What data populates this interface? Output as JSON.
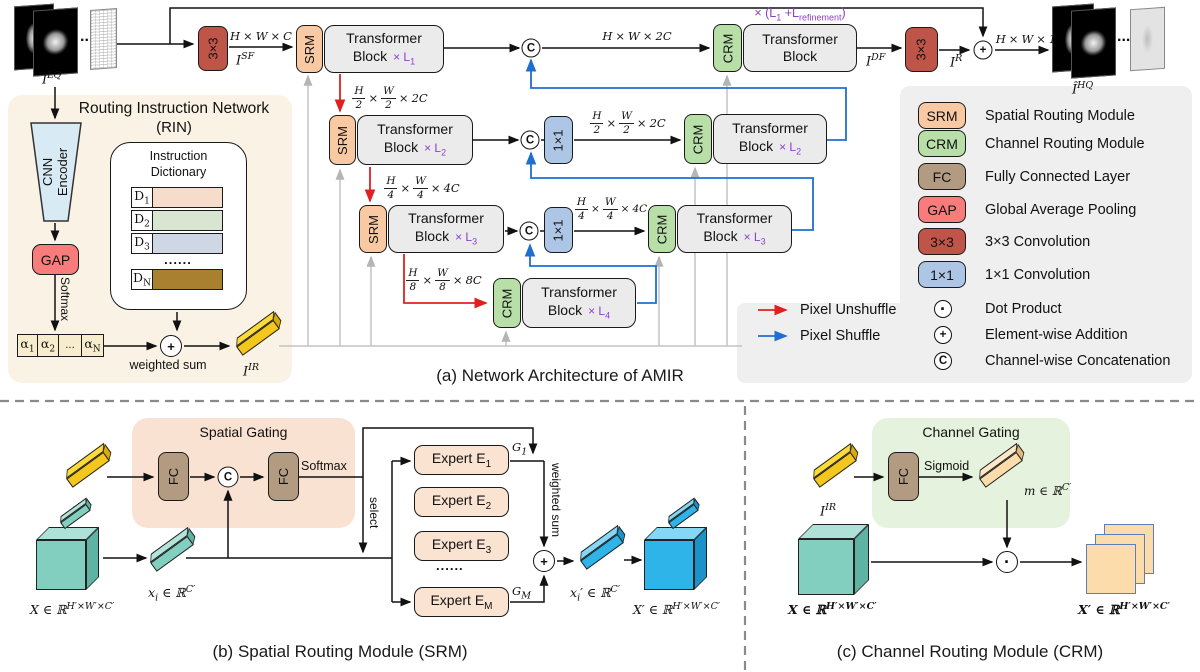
{
  "sym": {
    "concat": "C",
    "plus": "+",
    "dot": "·",
    "dots3": "...",
    "dots6": "......"
  },
  "arch": {
    "caption": "(a) Network Architecture of AMIR",
    "input_label": "I^{LQ}",
    "output_label": "Î^{HQ}",
    "conv3": "3×3",
    "conv1": "1×1",
    "srm": "SRM",
    "crm": "CRM",
    "tb_line1": "Transformer",
    "tb_line2": "Block",
    "mult": [
      "× L_{1}",
      "× L_{2}",
      "× L_{3}",
      "× L_{4}"
    ],
    "refine_mult": "× (L_{1} +L_{refinement})",
    "dim_in": "H × W × C",
    "sf_label": "I^{SF}",
    "dim_concat": "H × W × 2C",
    "dim_down": [
      "H/2 × W/2 × 2C",
      "H/4 × W/4 × 4C",
      "H/8 × W/8 × 8C"
    ],
    "dim_up": [
      "H/2 × W/2 × 2C",
      "H/4 × W/4 × 4C"
    ],
    "df_label": "I^{DF}",
    "r_label": "I^{R}",
    "dim_out": "H × W × 1"
  },
  "rin": {
    "title": "Routing Instruction Network",
    "title2": "(RIN)",
    "encoder": "CNN Encoder",
    "gap": "GAP",
    "softmax": "Softmax",
    "dict_title": "Instruction Dictionary",
    "dict_rows": [
      {
        "label": "D_{1}",
        "color": "#f6dccb"
      },
      {
        "label": "D_{2}",
        "color": "#d7e5d1"
      },
      {
        "label": "D_{3}",
        "color": "#cfd7e4"
      }
    ],
    "dict_dots": "......",
    "dict_last": {
      "label": "D_{N}",
      "color": "#a9802f"
    },
    "alphas": [
      "α_{1}",
      "α_{2}",
      "...",
      "α_{N}"
    ],
    "weighted_sum": "weighted sum",
    "ir_label": "I^{IR}"
  },
  "legend": {
    "items": [
      {
        "badge": "SRM",
        "color": "#f8c9a2",
        "text": "Spatial Routing Module"
      },
      {
        "badge": "CRM",
        "color": "#b9dfa9",
        "text": "Channel Routing Module"
      },
      {
        "badge": "FC",
        "color": "#b39b82",
        "text": "Fully Connected Layer"
      },
      {
        "badge": "GAP",
        "color": "#f87c7c",
        "text": "Global Average Pooling"
      },
      {
        "badge": "3×3",
        "color": "#bf5449",
        "text": "3×3 Convolution"
      },
      {
        "badge": "1×1",
        "color": "#aec6e6",
        "text": "1×1 Convolution"
      }
    ],
    "ops": [
      {
        "symbol": "·",
        "text": "Dot Product"
      },
      {
        "symbol": "+",
        "text": "Element-wise Addition"
      },
      {
        "symbol": "C",
        "text": "Channel-wise Concatenation"
      }
    ],
    "arrows": [
      {
        "color": "#e02020",
        "text": "Pixel Unshuffle"
      },
      {
        "color": "#1f6fd0",
        "text": "Pixel Shuffle"
      }
    ]
  },
  "srm_panel": {
    "caption": "(b) Spatial Routing Module (SRM)",
    "gating_title": "Spatial Gating",
    "ir_label": "I^{IR}",
    "fc": "FC",
    "softmax": "Softmax",
    "select": "select",
    "x_label": "X ∈ ℝ^{H′×W′×C′}",
    "xi_label": "x_{i} ∈ ℝ^{C′}",
    "experts": [
      "Expert E_{1}",
      "Expert E_{2}",
      "Expert E_{3}",
      "Expert E_{M}"
    ],
    "expert_dots": "......",
    "g1": "G_{1}",
    "gm": "G_{M}",
    "weighted_sum": "weighted sum",
    "xi_out_label": "x_{i}′ ∈ ℝ^{C′}",
    "x_out_label": "X′ ∈ ℝ^{H′×W′×C′}"
  },
  "crm_panel": {
    "caption": "(c) Channel Routing Module (CRM)",
    "gating_title": "Channel Gating",
    "ir_label": "I^{IR}",
    "fc": "FC",
    "sigmoid": "Sigmoid",
    "m_label": "m ∈ ℝ^{C′}",
    "x_label": "X ∈ ℝ^{H′×W′×C′}",
    "x_out_label": "X′ ∈ ℝ^{H′×W′×C′}"
  },
  "colors": {
    "srm": "#f8c9a2",
    "crm": "#b9dfa9",
    "fc": "#b39b82",
    "gap": "#f87c7c",
    "conv3": "#bf5449",
    "conv1": "#aec6e6",
    "transformer_block": "#ebebeb",
    "rin_bg": "#faf3e5",
    "spatial_gating_bg": "#f9e2d2",
    "channel_gating_bg": "#e5f2dd",
    "legend_bg": "#efefef",
    "multiplier_purple": "#8e3fc8",
    "pixel_unshuffle_red": "#e02020",
    "pixel_shuffle_blue": "#1f6fd0"
  }
}
